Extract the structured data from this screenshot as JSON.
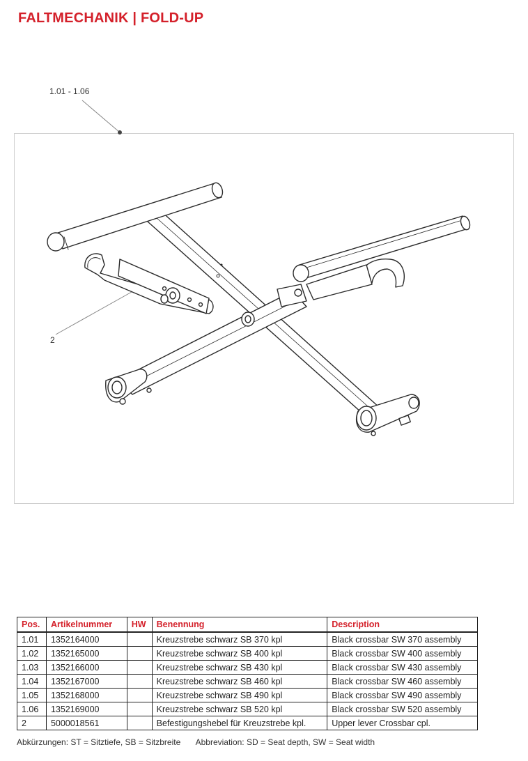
{
  "title": "FALTMECHANIK  |  FOLD-UP",
  "callouts": {
    "group": "1.01 - 1.06",
    "lever": "2"
  },
  "table": {
    "headers": [
      "Pos.",
      "Artikelnummer",
      "HW",
      "Benennung",
      "Description"
    ],
    "rows": [
      [
        "1.01",
        "1352164000",
        "",
        "Kreuzstrebe schwarz SB 370 kpl",
        "Black crossbar SW 370 assembly"
      ],
      [
        "1.02",
        "1352165000",
        "",
        "Kreuzstrebe schwarz SB 400 kpl",
        "Black crossbar SW 400 assembly"
      ],
      [
        "1.03",
        "1352166000",
        "",
        "Kreuzstrebe schwarz SB 430 kpl",
        "Black crossbar SW 430 assembly"
      ],
      [
        "1.04",
        "1352167000",
        "",
        "Kreuzstrebe schwarz SB 460 kpl",
        "Black crossbar SW 460 assembly"
      ],
      [
        "1.05",
        "1352168000",
        "",
        "Kreuzstrebe schwarz SB 490 kpl",
        "Black crossbar SW 490 assembly"
      ],
      [
        "1.06",
        "1352169000",
        "",
        "Kreuzstrebe schwarz SB 520 kpl",
        "Black crossbar SW 520 assembly"
      ],
      [
        "2",
        "5000018561",
        "",
        "Befestigungshebel für Kreuzstrebe kpl.",
        "Upper lever Crossbar cpl."
      ]
    ]
  },
  "footer": {
    "de": "Abkürzungen: ST = Sitztiefe, SB = Sitzbreite",
    "en": "Abbreviation: SD = Seat depth, SW = Seat width"
  },
  "colors": {
    "accent": "#d4202a",
    "line": "#222222"
  }
}
